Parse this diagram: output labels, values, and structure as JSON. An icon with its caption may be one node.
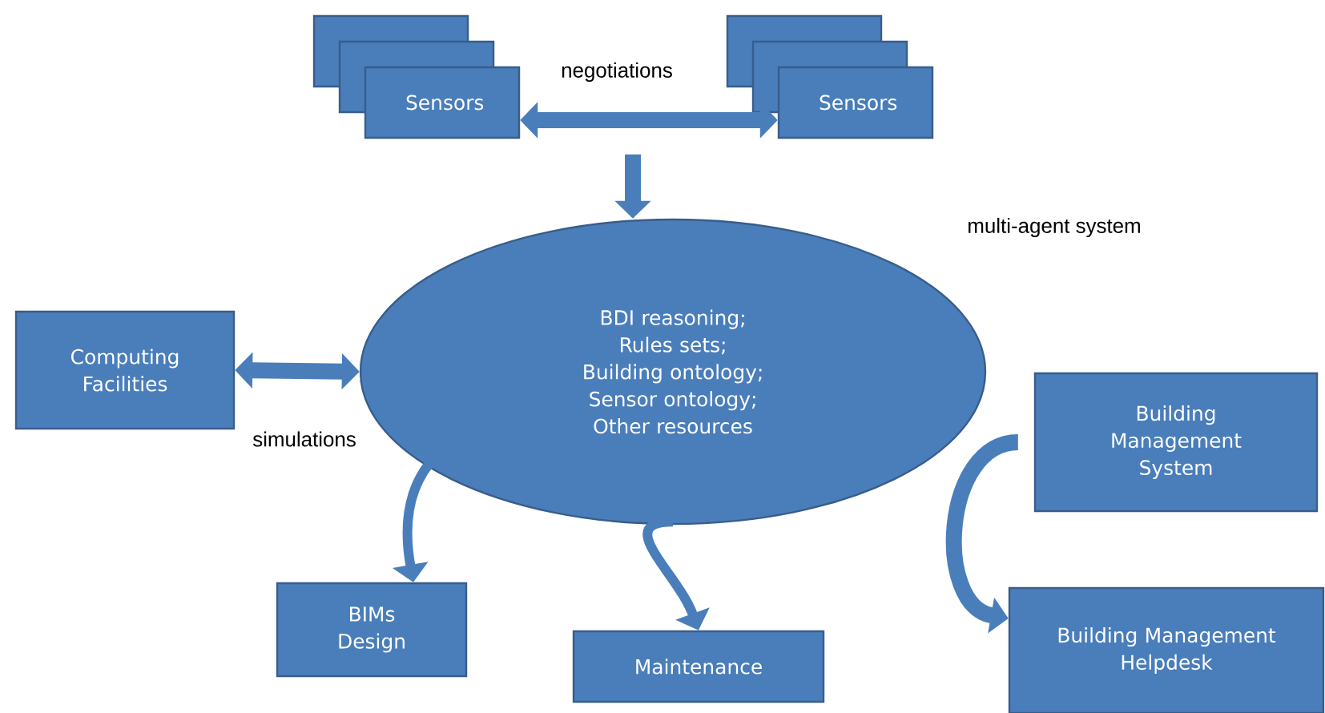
{
  "diagram": {
    "nodes": [
      {
        "text": [
          "Sensors"
        ]
      },
      {
        "text": [
          "Sensors"
        ]
      },
      {
        "text": [
          "BDI reasoning;",
          "Rules sets;",
          "Building ontology;",
          "Sensor ontology;",
          "Other resources"
        ]
      },
      {
        "text": [
          "Computing Facilities"
        ]
      },
      {
        "text": [
          "BIMs Design"
        ]
      },
      {
        "text": [
          "Maintenance"
        ]
      },
      {
        "text": [
          "Building Management System"
        ]
      },
      {
        "text": [
          "Building Management Helpdesk"
        ]
      }
    ],
    "edges": [
      {
        "from": 0,
        "to": 1,
        "arrow": "both",
        "label": "negotiations"
      },
      {
        "from": null,
        "to": 2,
        "arrow": "to"
      },
      {
        "from": 3,
        "to": 2,
        "arrow": "both",
        "label": "simulations"
      },
      {
        "from": 2,
        "to": 4,
        "arrow": "to"
      },
      {
        "from": 2,
        "to": 5,
        "arrow": "to"
      },
      {
        "from": 6,
        "to": 7,
        "arrow": "to"
      }
    ],
    "labels": [
      "multi-agent system"
    ]
  }
}
